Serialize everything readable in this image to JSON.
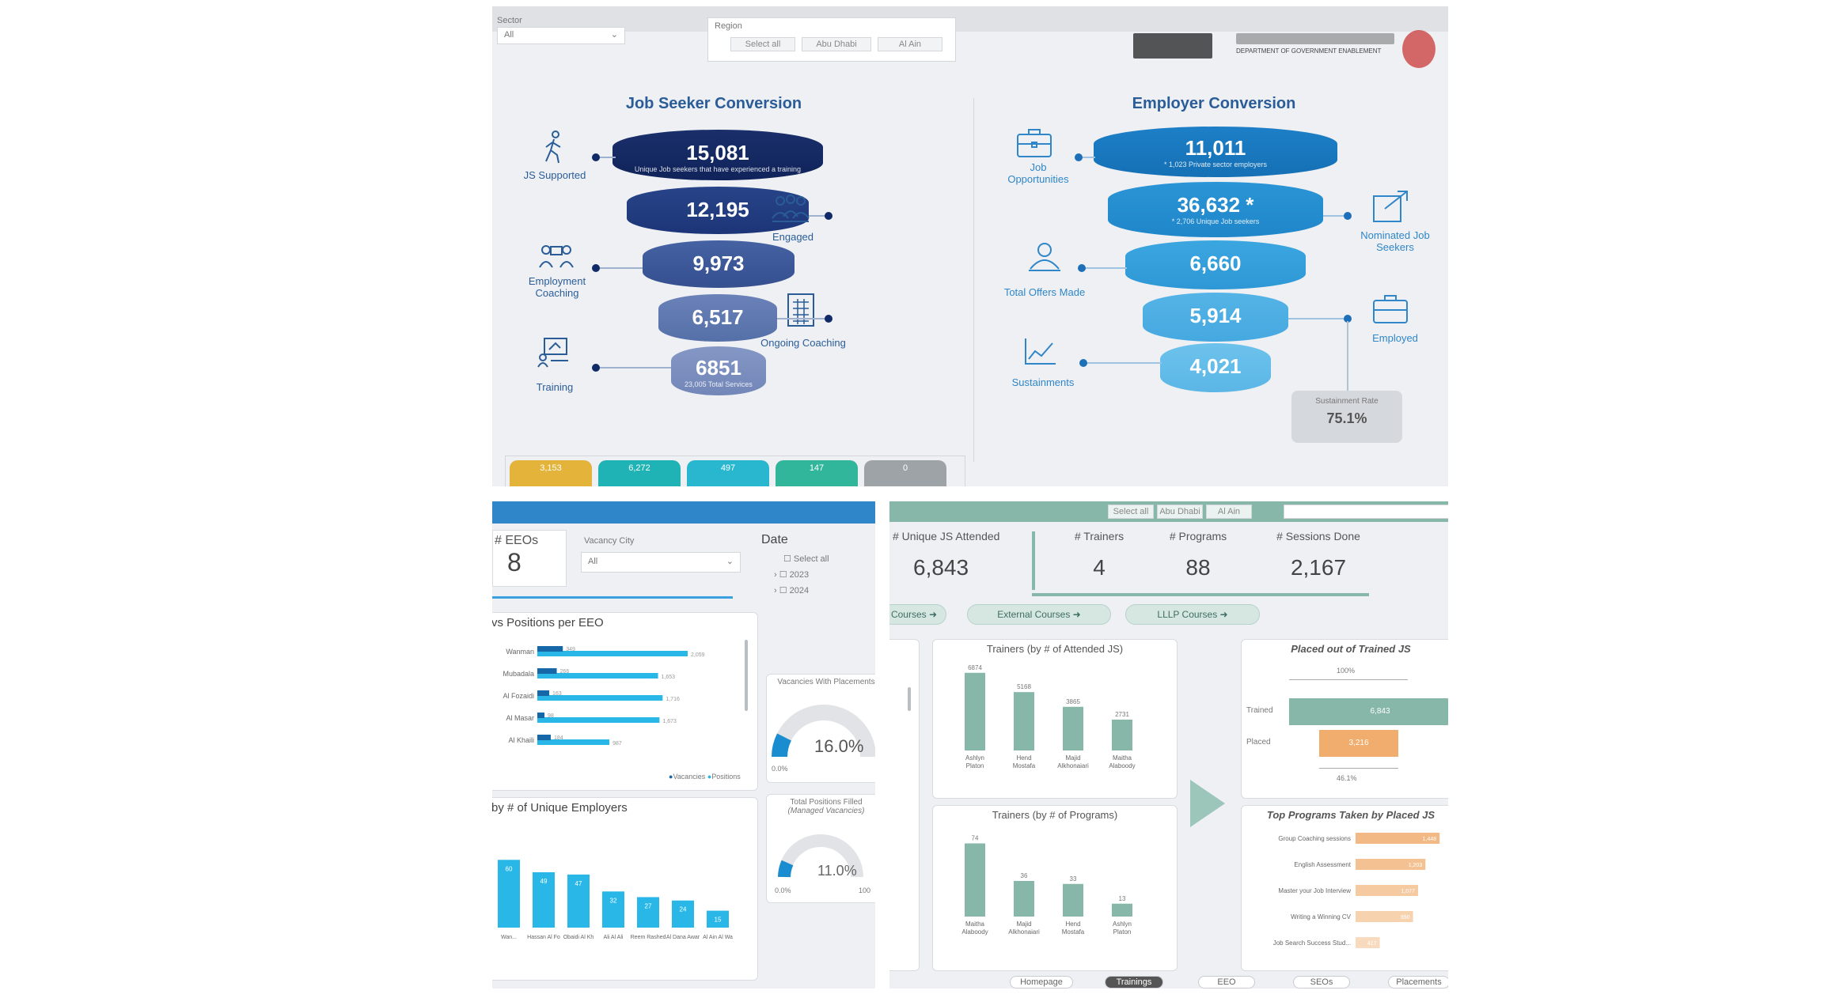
{
  "colors": {
    "navy": "#1a2f6b",
    "blue": "#2f86c8",
    "teal": "#86b7a8",
    "orange": "#f0ad6e",
    "sky": "#29a9e0",
    "gold": "#e3b33a"
  },
  "top_panel": {
    "filter1": {
      "label": "Sector",
      "value": "All"
    },
    "filter2": {
      "label": "Region",
      "options": [
        "Select all",
        "Abu Dhabi",
        "Al Ain"
      ]
    },
    "logo_text": "DEPARTMENT OF GOVERNMENT ENABLEMENT",
    "job_seeker": {
      "title": "Job Seeker Conversion",
      "stages": [
        {
          "value": "15,081",
          "note": "Unique Job seekers that have experienced a training"
        },
        {
          "value": "12,195",
          "note": ""
        },
        {
          "value": "9,973",
          "note": ""
        },
        {
          "value": "6,517",
          "note": ""
        },
        {
          "value": "6851",
          "note": "23,005 Total Services"
        }
      ],
      "labels": {
        "js_supported": "JS Supported",
        "engaged": "Engaged",
        "employment_coaching": "Employment Coaching",
        "ongoing_coaching": "Ongoing Coaching",
        "training": "Training"
      }
    },
    "employer": {
      "title": "Employer Conversion",
      "stages": [
        {
          "value": "11,011",
          "note": "* 1,023 Private sector employers"
        },
        {
          "value": "36,632 *",
          "note": "* 2,706 Unique Job seekers"
        },
        {
          "value": "6,660",
          "note": ""
        },
        {
          "value": "5,914",
          "note": ""
        },
        {
          "value": "4,021",
          "note": ""
        }
      ],
      "labels": {
        "job_opportunities": "Job Opportunities",
        "nominated": "Nominated Job Seekers",
        "total_offers": "Total Offers Made",
        "employed": "Employed",
        "sustainments": "Sustainments"
      },
      "sustainment": {
        "label": "Sustainment Rate",
        "value": "75.1%"
      }
    },
    "tiles": [
      {
        "value": "3,153",
        "color": "#e3b33a"
      },
      {
        "value": "6,272",
        "color": "#1fb3b5"
      },
      {
        "value": "497",
        "color": "#29b7cf"
      },
      {
        "value": "147",
        "color": "#31b59b"
      },
      {
        "value": "0",
        "color": "#9ea3a8"
      }
    ]
  },
  "bottom_left": {
    "kpi": {
      "label": "# EEOs",
      "value": "8"
    },
    "vacancy_city": {
      "label": "Vacancy City",
      "value": "All"
    },
    "date": {
      "label": "Date",
      "options": [
        "Select all",
        "2023",
        "2024"
      ]
    },
    "bar_title": "vs Positions per EEO",
    "bar_rows": [
      {
        "label": "Wanman",
        "vacancies": "349",
        "positions": "2,059"
      },
      {
        "label": "Mubadala",
        "vacancies": "266",
        "positions": "1,653"
      },
      {
        "label": "Al Fozaidi",
        "vacancies": "163",
        "positions": "1,716"
      },
      {
        "label": "Al Masar",
        "vacancies": "98",
        "positions": "1,673"
      },
      {
        "label": "Al Khaili",
        "vacancies": "184",
        "positions": "987"
      }
    ],
    "legend": [
      "Vacancies",
      "Positions"
    ],
    "gauge1": {
      "title": "Vacancies With Placements",
      "value": "16.0%",
      "min": "0.0%"
    },
    "gauge2": {
      "title": "Total Positions Filled",
      "subtitle": "(Managed Vacancies)",
      "value": "11.0%",
      "min": "0.0%",
      "max": "100"
    },
    "col_title": "by # of Unique Employers",
    "col_items": [
      {
        "label": "Wan...",
        "value": "60"
      },
      {
        "label": "Hassan Al Fozaidi",
        "value": "49"
      },
      {
        "label": "Obaidi Al Khaili",
        "value": "47"
      },
      {
        "label": "Ali Al Ali",
        "value": "32"
      },
      {
        "label": "Reem Rashed Al Ku...",
        "value": "27"
      },
      {
        "label": "Al Dana Award",
        "value": "24"
      },
      {
        "label": "Al Ain Al Wahat",
        "value": "15"
      }
    ]
  },
  "bottom_right": {
    "top_buttons": [
      "Select all",
      "Abu Dhabi",
      "Al Ain"
    ],
    "kpis": [
      {
        "label": "# Unique JS Attended",
        "value": "6,843"
      },
      {
        "label": "# Trainers",
        "value": "4"
      },
      {
        "label": "# Programs",
        "value": "88"
      },
      {
        "label": "# Sessions Done",
        "value": "2,167"
      }
    ],
    "pills": [
      "Courses",
      "External Courses",
      "LLLP Courses"
    ],
    "trainers_js": {
      "title": "Trainers (by # of Attended JS)",
      "bars": [
        {
          "label": "Ashlyn Platon",
          "value": "6874"
        },
        {
          "label": "Hend Mostafa",
          "value": "5168"
        },
        {
          "label": "Majid Alkhonaiari",
          "value": "3865"
        },
        {
          "label": "Maitha Alaboody",
          "value": "2731"
        }
      ]
    },
    "trainers_programs": {
      "title": "Trainers (by # of Programs)",
      "bars": [
        {
          "label": "Maitha Alaboody",
          "value": "74"
        },
        {
          "label": "Majid Alkhonaiari",
          "value": "36"
        },
        {
          "label": "Hend Mostafa",
          "value": "33"
        },
        {
          "label": "Ashlyn Platon",
          "value": "13"
        }
      ]
    },
    "placed": {
      "title": "Placed out of Trained JS",
      "top": "100%",
      "trained_label": "Trained",
      "trained_value": "6,843",
      "placed_label": "Placed",
      "placed_value": "3,216",
      "bottom": "46.1%"
    },
    "top_programs": {
      "title": "Top Programs Taken by Placed JS",
      "rows": [
        {
          "label": "Group Coaching sessions",
          "value": "1,448"
        },
        {
          "label": "English Assessment",
          "value": "1,203"
        },
        {
          "label": "Master your Job Interview",
          "value": "1,077"
        },
        {
          "label": "Writing a Winning CV",
          "value": "990"
        },
        {
          "label": "Job Search Success Stud...",
          "value": "417"
        }
      ]
    },
    "tabs": [
      "Homepage",
      "Trainings",
      "EEO",
      "SEOs",
      "Placements"
    ]
  }
}
